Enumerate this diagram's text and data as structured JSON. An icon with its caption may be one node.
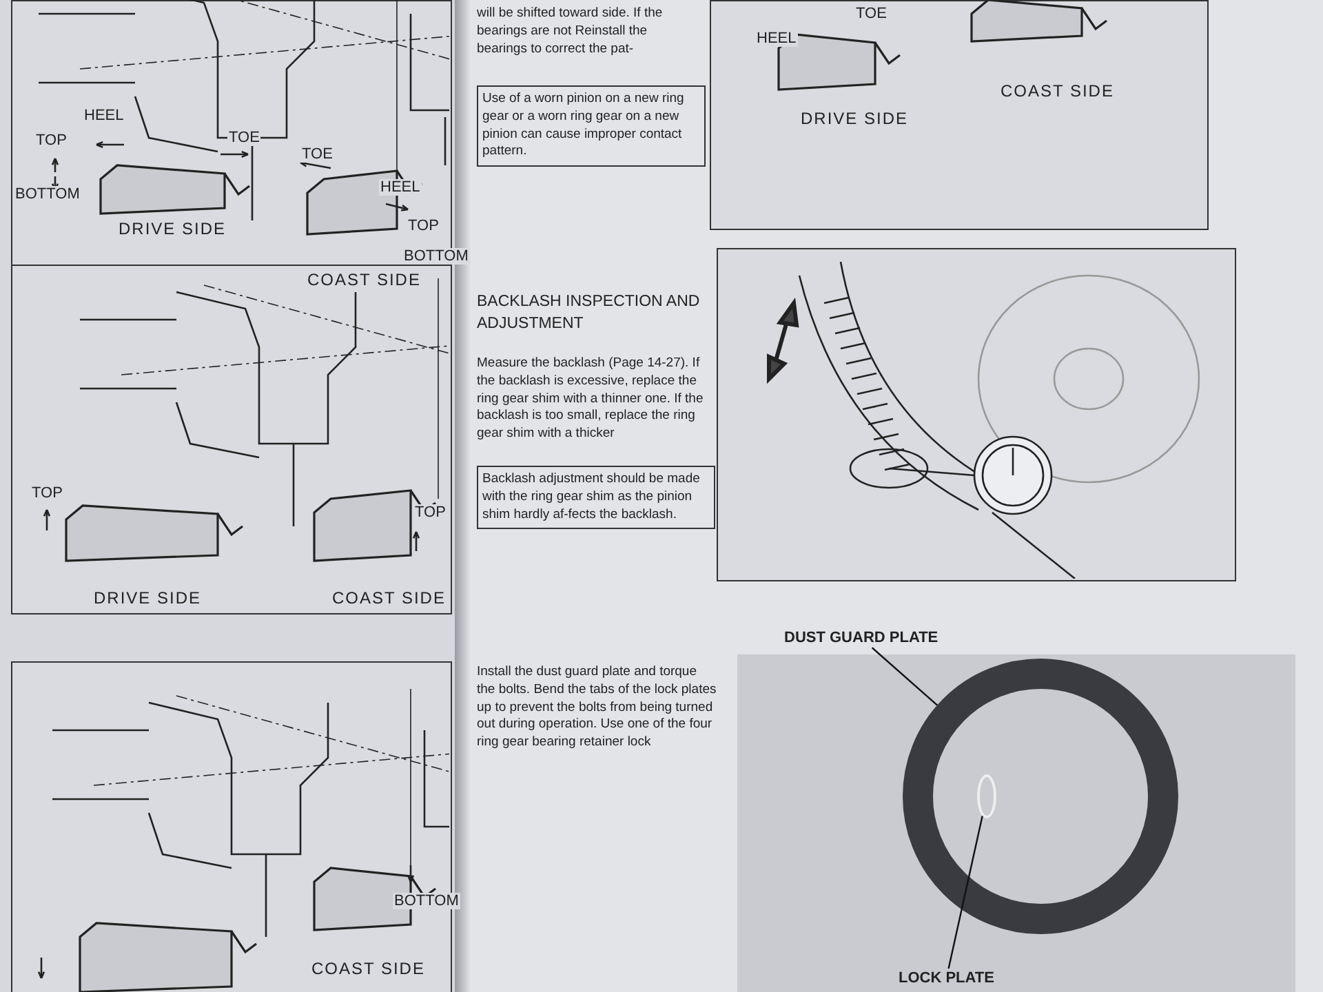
{
  "diagram": {
    "nodes": [
      {
        "text": [
          "DUST GUARD PLATE"
        ]
      },
      {
        "text": [
          "LOCK PLATE"
        ]
      },
      {
        "text": [],
        "shape": "circle"
      },
      {
        "text": [],
        "shape": "circle",
        "in": 2
      }
    ],
    "edges": [
      {
        "from": 0,
        "to": 2,
        "arrow": "none"
      },
      {
        "from": 1,
        "to": 3,
        "arrow": "none"
      }
    ],
    "labels": [
      "HEEL",
      "TOP",
      "TOE",
      "BOTTOM",
      "DRIVE SIDE",
      "TOE",
      "HEEL",
      "TOP",
      "BOTTOM",
      "COAST SIDE",
      "TOP",
      "DRIVE SIDE",
      "TOP",
      "COAST SIDE",
      "BOTTOM",
      "COAST SIDE",
      "will be shifted toward side. If the bearings are not Reinstall the bearings to correct the pat-",
      "Use of a worn pinion on a new ring gear or a worn ring gear on a new pinion can cause improper contact pattern.",
      "BACKLASH INSPECTION AND ADJUSTMENT",
      "Measure the backlash (Page 14-27). If the backlash is excessive, replace the ring gear shim with a thinner one. If the backlash is too small, replace the ring gear shim with a thicker",
      "Backlash adjustment should be made with the ring gear shim as the pinion shim hardly af-fects the backlash.",
      "Install the dust guard plate and torque the bolts. Bend the tabs of the lock plates up to prevent the bolts from being turned out during operation. Use one of the four ring gear bearing retainer lock",
      "HEEL",
      "TOE",
      "DRIVE SIDE",
      "COAST SIDE"
    ]
  }
}
